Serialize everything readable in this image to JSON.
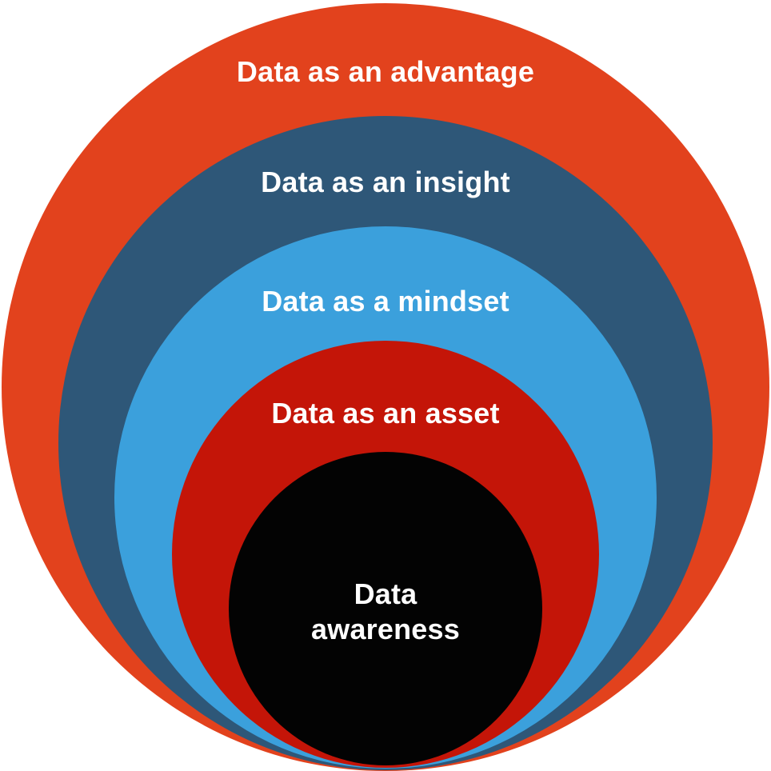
{
  "diagram": {
    "type": "nested-circles",
    "background": "#ffffff",
    "text_color": "#ffffff",
    "layers": [
      {
        "label": "Data as an advantage",
        "color": "#e2421d"
      },
      {
        "label": "Data as an insight",
        "color": "#2e5778"
      },
      {
        "label": "Data as a mindset",
        "color": "#3ba0dc"
      },
      {
        "label": "Data as an asset",
        "color": "#c41508"
      },
      {
        "label": "Data awareness",
        "color": "#030303"
      }
    ]
  }
}
